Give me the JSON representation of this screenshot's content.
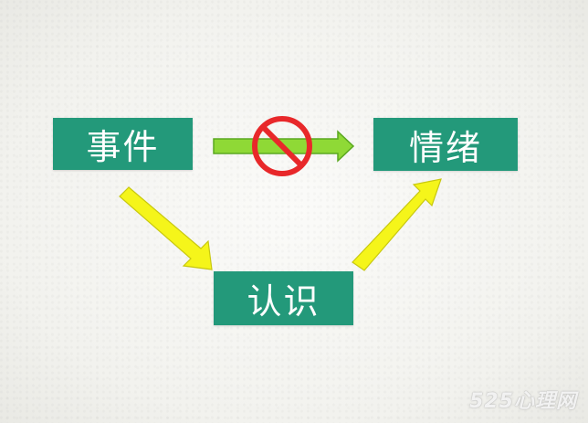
{
  "diagram": {
    "nodes": {
      "event": "事件",
      "emotion": "情绪",
      "cognition": "认识"
    },
    "edges": [
      {
        "from": "event",
        "to": "emotion",
        "blocked": true
      },
      {
        "from": "event",
        "to": "cognition",
        "blocked": false
      },
      {
        "from": "cognition",
        "to": "emotion",
        "blocked": false
      }
    ]
  },
  "watermark": "525心理网",
  "colors": {
    "box": "#23997a",
    "box_text": "#ffffff",
    "arrow_green": "#8fd936",
    "arrow_yellow": "#f5f51a",
    "no_sign": "#e8282a"
  }
}
